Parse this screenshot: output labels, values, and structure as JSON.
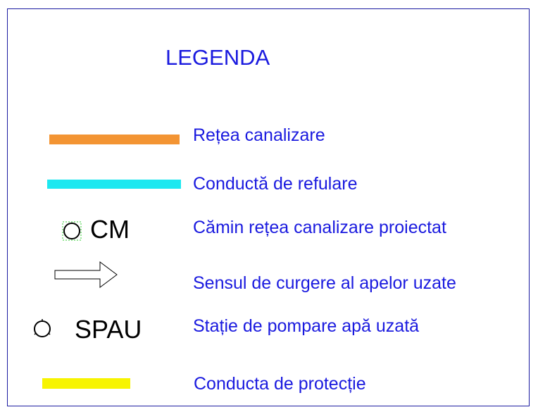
{
  "legend": {
    "title": "LEGENDA",
    "items": [
      {
        "symbol": "line-swatch",
        "color": "#f39433",
        "label": "Rețea canalizare"
      },
      {
        "symbol": "line-swatch",
        "color": "#1ee8f0",
        "label": "Conductă de refulare"
      },
      {
        "symbol": "circle-icon",
        "code": "CM",
        "label": "Cămin rețea canalizare proiectat"
      },
      {
        "symbol": "arrow-icon",
        "label": "Sensul de curgere al apelor uzate"
      },
      {
        "symbol": "circle-icon",
        "code": "SPAU",
        "label": "Stație de pompare apă uzată"
      },
      {
        "symbol": "line-swatch",
        "color": "#f7f400",
        "label": "Conducta de protecție"
      }
    ]
  },
  "colors": {
    "text": "#1a1adf",
    "border": "#1a1aa0",
    "symbol_stroke": "#000000",
    "cm_marker": "#33cc33"
  }
}
